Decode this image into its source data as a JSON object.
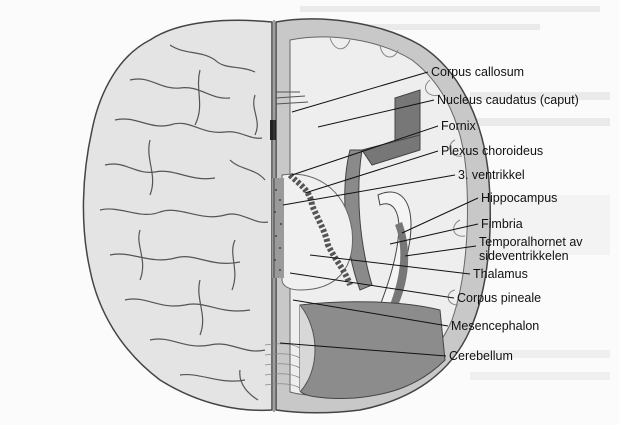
{
  "labels": {
    "corpus_callosum": "Corpus callosum",
    "nucleus_caudatus": "Nucleus caudatus (caput)",
    "fornix": "Fornix",
    "plexus_choroideus": "Plexus choroideus",
    "ventrikkel_3": "3. ventrikkel",
    "hippocampus": "Hippocampus",
    "fimbria": "Fimbria",
    "temporalhornet": "Temporalhornet av sideventrikkelen",
    "thalamus": "Thalamus",
    "corpus_pineale": "Corpus pineale",
    "mesencephalon": "Mesencephalon",
    "cerebellum": "Cerebellum"
  },
  "colors": {
    "brain_fill": "#e4e4e4",
    "cortex_fill": "#c8c8c8",
    "white_matter": "#eeeeee",
    "dark_structure": "#777777",
    "outline": "#444444",
    "background": "#fbfbfb"
  }
}
